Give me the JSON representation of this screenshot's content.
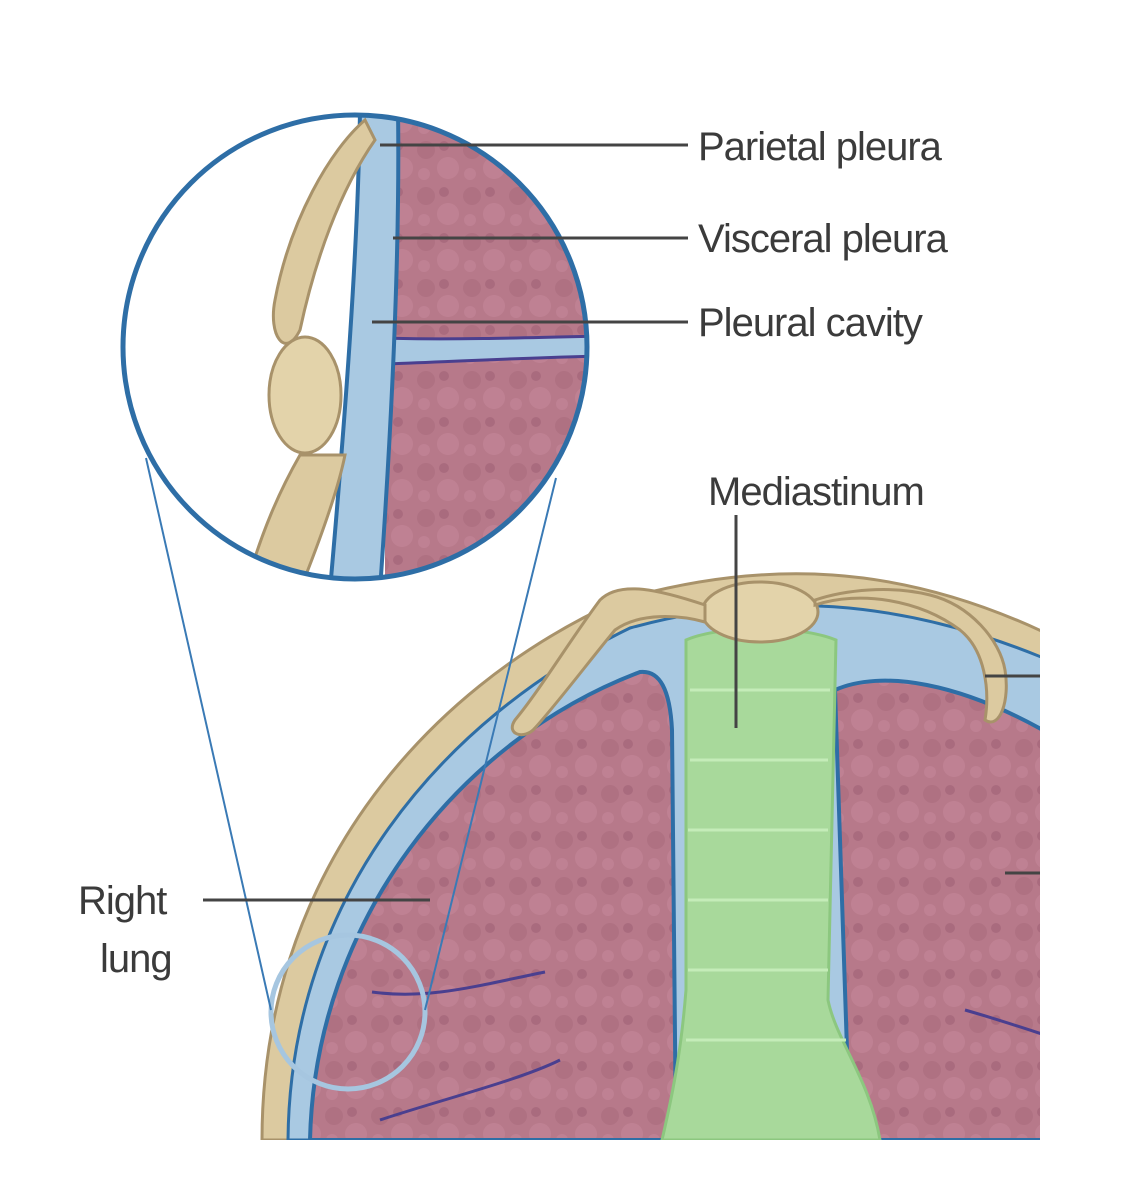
{
  "labels": {
    "parietal_pleura": "Parietal pleura",
    "visceral_pleura": "Visceral pleura",
    "pleural_cavity": "Pleural cavity",
    "mediastinum": "Mediastinum",
    "right_lung_line1": "Right",
    "right_lung_line2": "lung"
  },
  "colors": {
    "lung": "#b7798a",
    "lung_dark": "#a4677a",
    "pleura_blue": "#a9c9e2",
    "pleura_line": "#2e6ea6",
    "bone": "#dccaa0",
    "bone_dark": "#a8926a",
    "mediastinum": "#a8d99b",
    "mediastinum_dark": "#8cc77f",
    "leader_line": "#444444"
  }
}
